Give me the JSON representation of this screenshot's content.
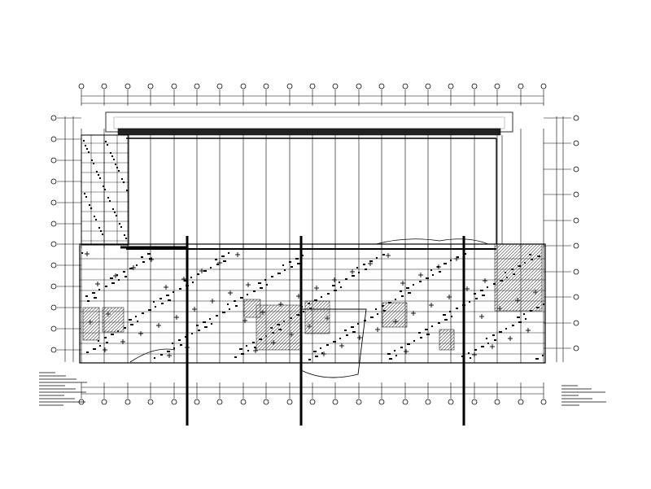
{
  "drawing": {
    "type": "architectural structural floor plan (CAD)",
    "background_color": "#ffffff",
    "line_color": "#000000",
    "hatch_color": "#555555",
    "canopy_color": "#999999",
    "top_axis_bubble_count": 21,
    "bottom_axis_bubble_count": 21,
    "left_axis_bubble_count": 12,
    "right_axis_bubble_count": 10,
    "notes_left_line_count": 11,
    "notes_right_line_count": 7
  }
}
